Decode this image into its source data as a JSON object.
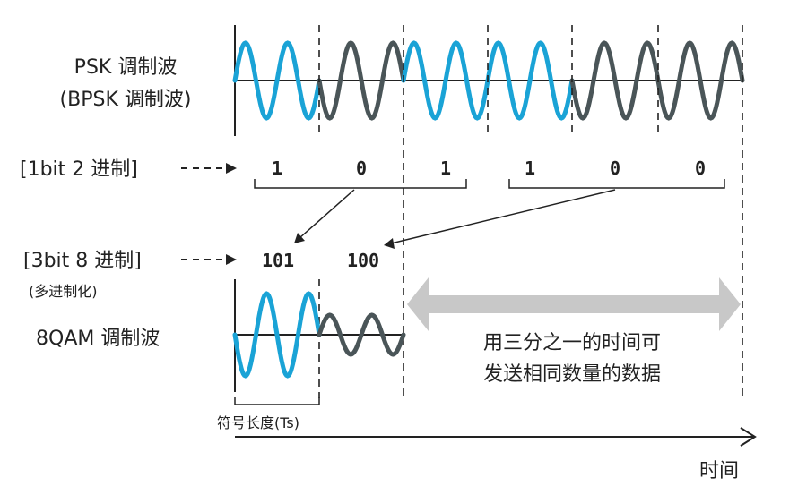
{
  "labels": {
    "psk_line1": "PSK 调制波",
    "psk_line2": "(BPSK 调制波)",
    "binary_label": "[1bit 2 进制]",
    "octal_label": "[3bit 8 进制]",
    "multilevel_note": "(多进制化)",
    "qam_label": "8QAM 调制波",
    "symbol_length": "符号长度(Ts)",
    "time_axis": "时间",
    "middle_line1": "用三分之一的时间可",
    "middle_line2": "发送相同数量的数据"
  },
  "binary_bits": [
    "1",
    "0",
    "1",
    "1",
    "0",
    "0"
  ],
  "octal_symbols": [
    "101",
    "100"
  ],
  "colors": {
    "blue_wave": "#1aa3d6",
    "gray_wave": "#4a5558",
    "octal_label": "#d0101a",
    "wide_arrow": "#c8c8c8",
    "text": "#222222"
  }
}
